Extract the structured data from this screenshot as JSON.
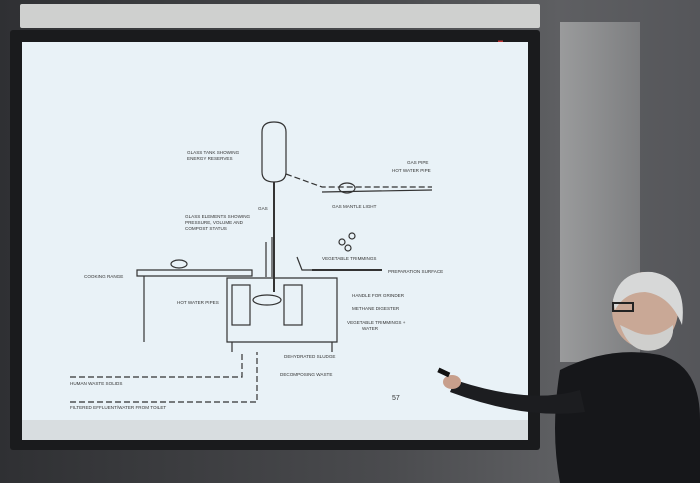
{
  "scene": {
    "description_hidden": false
  },
  "labels": {
    "glass_tank": [
      "GLASS TANK SHOWING",
      "ENERGY RESERVES"
    ],
    "gas": "GAS",
    "gas_pipe": "GAS PIPE",
    "hot_water_pipe_top": "HOT WATER PIPE",
    "gas_mantle": "GAS MANTLE LIGHT",
    "glass_elements": [
      "GLASS ELEMENTS SHOWING",
      "PRESSURE, VOLUME AND",
      "COMPOST STATUS"
    ],
    "vegetable_trimmings": "VEGETABLE TRIMMINGS",
    "preparation_surface": "PREPARATION SURFACE",
    "cooking_range": "COOKING RANGE",
    "handle_for_grinder": "HANDLE FOR GRINDER",
    "hot_water_pipes": "HOT WATER PIPES",
    "methane_digester": "METHANE DIGESTER",
    "vegetable_trimmings_water": [
      "VEGETABLE TRIMMINGS +",
      "WATER"
    ],
    "dehydrated_sludge": "DEHYDRATED SLUDGE",
    "decomposing_waste": "DECOMPOSING WASTE",
    "human_waste_solids": "HUMAN WASTE SOLIDS",
    "filtered_effluent": "FILTERED EFFLUENT/WATER FROM TOILET",
    "page_number": "57"
  },
  "colors": {
    "screen": "#e9f2f7",
    "ink": "#333333",
    "wall": "#4a4b4e"
  }
}
